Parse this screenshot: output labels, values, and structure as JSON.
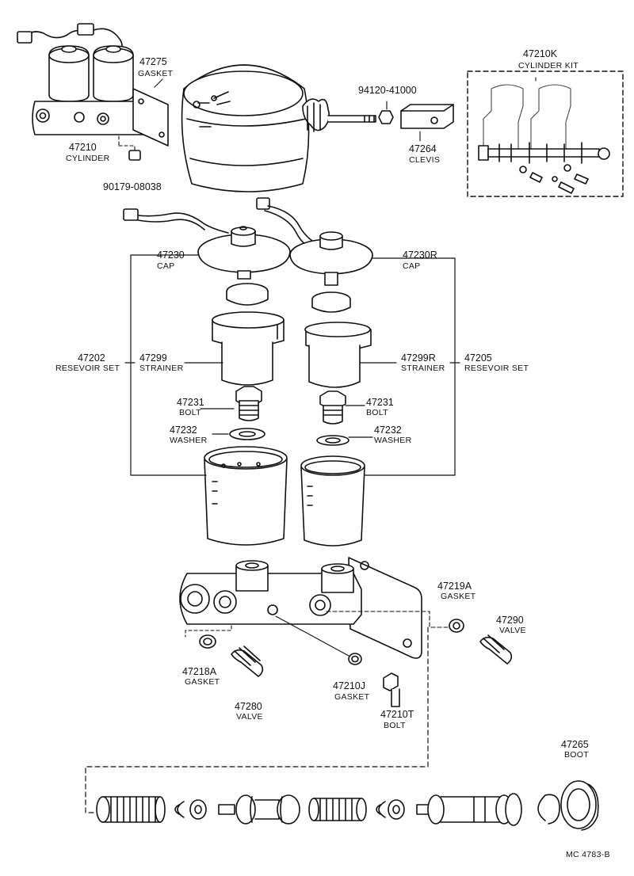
{
  "labels": {
    "p47275": {
      "num": "47275",
      "name": "GASKET"
    },
    "p47210": {
      "num": "47210",
      "name": "CYLINDER"
    },
    "p90179": {
      "num": "90179-08038"
    },
    "p94120": {
      "num": "94120-41000"
    },
    "p47264": {
      "num": "47264",
      "name": "CLEVIS"
    },
    "p47210K": {
      "num": "47210K",
      "name": "CYLINDER KIT"
    },
    "p47230": {
      "num": "47230",
      "name": "CAP"
    },
    "p47230R": {
      "num": "47230R",
      "name": "CAP"
    },
    "p47202": {
      "num": "47202",
      "name": "RESEVOIR SET"
    },
    "p47299": {
      "num": "47299",
      "name": "STRAINER"
    },
    "p47299R": {
      "num": "47299R",
      "name": "STRAINER"
    },
    "p47205": {
      "num": "47205",
      "name": "RESEVOIR SET"
    },
    "p47231L": {
      "num": "47231",
      "name": "BOLT"
    },
    "p47231R": {
      "num": "47231",
      "name": "BOLT"
    },
    "p47232L": {
      "num": "47232",
      "name": "WASHER"
    },
    "p47232R": {
      "num": "47232",
      "name": "WASHER"
    },
    "p47219A": {
      "num": "47219A",
      "name": "GASKET"
    },
    "p47290": {
      "num": "47290",
      "name": "VALVE"
    },
    "p47218A": {
      "num": "47218A",
      "name": "GASKET"
    },
    "p47280": {
      "num": "47280",
      "name": "VALVE"
    },
    "p47210J": {
      "num": "47210J",
      "name": "GASKET"
    },
    "p47210T": {
      "num": "47210T",
      "name": "BOLT"
    },
    "p47265": {
      "num": "47265",
      "name": "BOOT"
    }
  },
  "footer": {
    "code": "MC 4783-B"
  },
  "colors": {
    "ink": "#111111",
    "paper": "#ffffff"
  }
}
